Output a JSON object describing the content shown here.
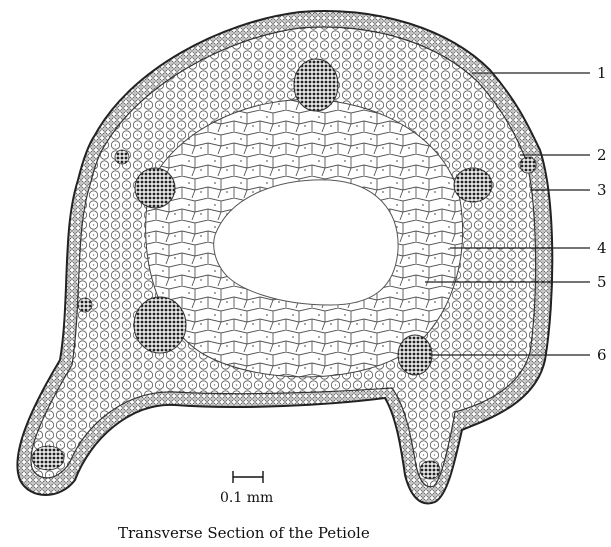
{
  "figure": {
    "caption": "Transverse Section of the Petiole",
    "scale_bar_label": "0.1 mm",
    "labels": [
      "1",
      "2",
      "3",
      "4",
      "5",
      "6"
    ]
  }
}
